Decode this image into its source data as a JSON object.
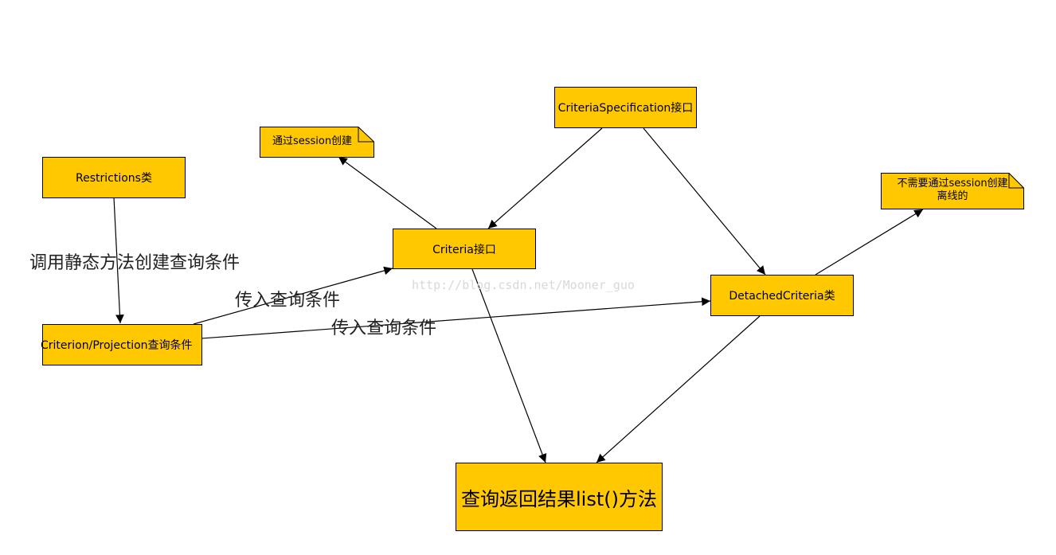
{
  "nodes": {
    "restrictions": "Restrictions类",
    "criterion": "Criterion/Projection查询条件",
    "criteria": "Criteria接口",
    "criteria_spec": "CriteriaSpecification接口",
    "detached": "DetachedCriteria类",
    "result": "查询返回结果list()方法"
  },
  "notes": {
    "session_note": "通过session创建",
    "detached_note_line1": "不需要通过session创建",
    "detached_note_line2": "离线的"
  },
  "edge_labels": {
    "static_call": "调用静态方法创建查询条件",
    "pass_to_criteria": "传入查询条件",
    "pass_to_detached": "传入查询条件"
  },
  "watermark": "http://blog.csdn.net/Mooner_guo",
  "colors": {
    "node_fill": "#ffc800",
    "note_fill": "#ffc800",
    "edge": "#000000"
  }
}
